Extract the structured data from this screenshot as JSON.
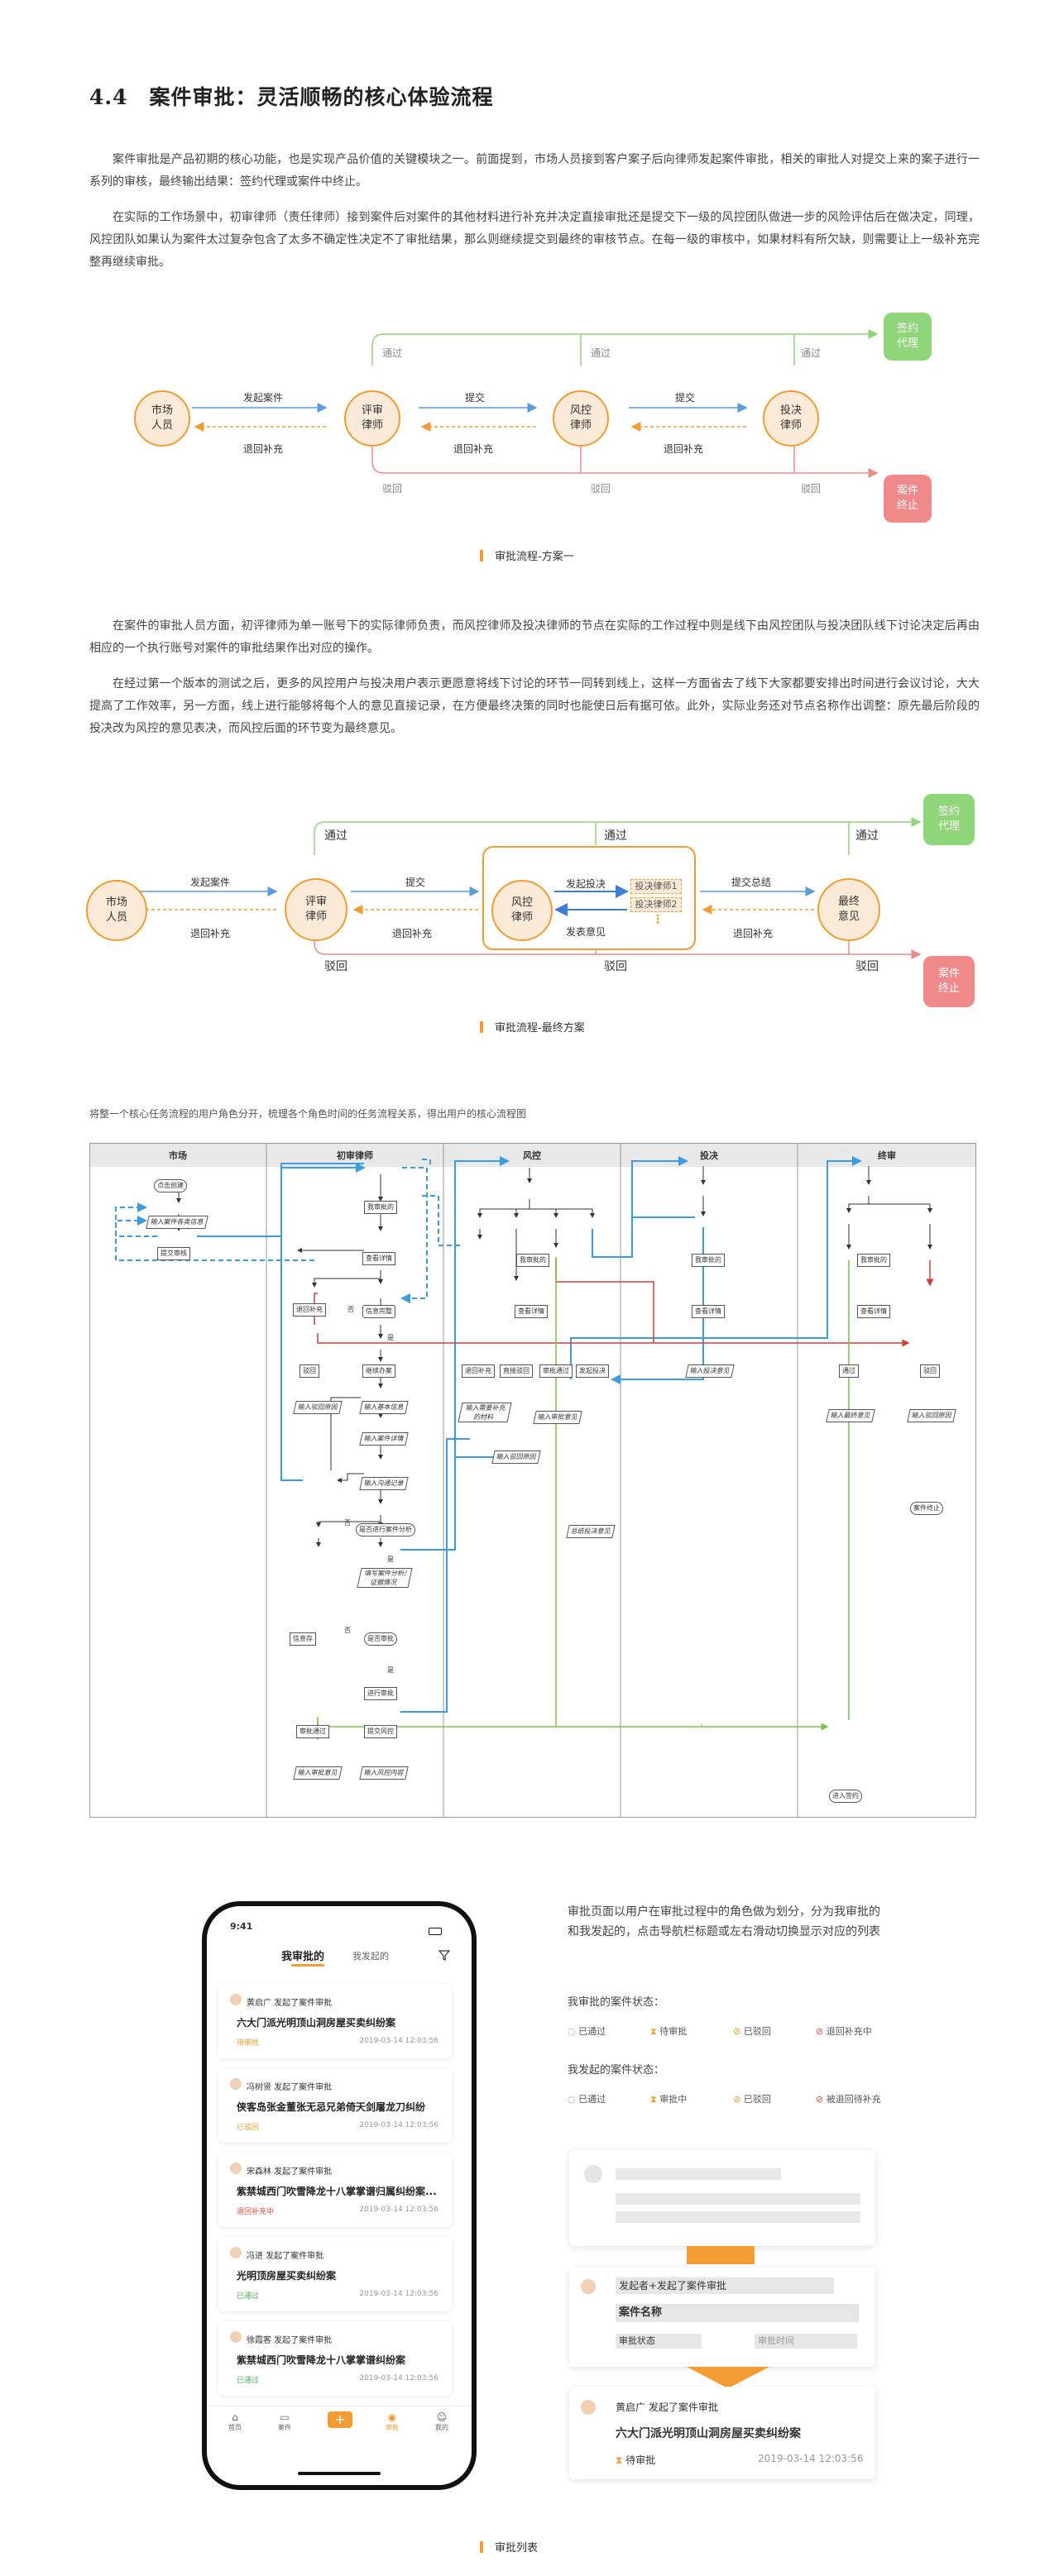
{
  "section": {
    "title": "4.4　案件审批：灵活顺畅的核心体验流程",
    "p1": "案件审批是产品初期的核心功能，也是实现产品价值的关键模块之一。前面提到，市场人员接到客户案子后向律师发起案件审批，相关的审批人对提交上来的案子进行一系列的审核，最终输出结果：签约代理或案件中终止。",
    "p2": "在实际的工作场景中，初审律师（责任律师）接到案件后对案件的其他材料进行补充并决定直接审批还是提交下一级的风控团队做进一步的风险评估后在做决定，同理，风控团队如果认为案件太过复杂包含了太多不确定性决定不了审批结果，那么则继续提交到最终的审核节点。在每一级的审核中，如果材料有所欠缺，则需要让上一级补充完整再继续审批。",
    "p3": "在案件的审批人员方面，初评律师为单一账号下的实际律师负责，而风控律师及投决律师的节点在实际的工作过程中则是线下由风控团队与投决团队线下讨论决定后再由相应的一个执行账号对案件的审批结果作出对应的操作。",
    "p4": "在经过第一个版本的测试之后，更多的风控用户与投决用户表示更愿意将线下讨论的环节一同转到线上，这样一方面省去了线下大家都要安排出时间进行会议讨论，大大提高了工作效率，另一方面，线上进行能够将每个人的意见直接记录，在方便最终决策的同时也能使日后有据可依。此外，实际业务还对节点名称作出调整：原先最后阶段的投决改为风控的意见表决，而风控后面的环节变为最终意见。",
    "p5": "将整一个核心任务流程的用户角色分开，梳理各个角色时间的任务流程关系，得出用户的核心流程图",
    "p6": "审批页面以用户在审批过程中的角色做为划分，分为我审批的和我发起的，点击导航栏标题或左右滑动切换显示对应的列表"
  },
  "flow1": {
    "nodes": [
      "市场\n人员",
      "评审\n律师",
      "风控\n律师",
      "投决\n律师"
    ],
    "end_ok": "签约\n代理",
    "end_fail": "案件\n终止",
    "forward": [
      "发起案件",
      "提交",
      "提交"
    ],
    "back": [
      "退回补充",
      "退回补充",
      "退回补充"
    ],
    "pass": [
      "通过",
      "通过",
      "通过"
    ],
    "reject": [
      "驳回",
      "驳回",
      "驳回"
    ],
    "caption": "审批流程-方案一"
  },
  "flow2": {
    "nodes": [
      "市场\n人员",
      "评审\n律师",
      "风控\n律师",
      "最终\n意见"
    ],
    "end_ok": "签约\n代理",
    "end_fail": "案件\n终止",
    "forward": [
      "发起案件",
      "提交",
      "提交总结"
    ],
    "back": [
      "退回补充",
      "退回补充",
      "退回补充"
    ],
    "vote_out": "发起投决",
    "vote_in": "发表意见",
    "voters": [
      "投决律师1",
      "投决律师2"
    ],
    "more": "⋮",
    "pass": [
      "通过",
      "通过",
      "通过"
    ],
    "reject": [
      "驳回",
      "驳回",
      "驳回"
    ],
    "caption": "审批流程-最终方案"
  },
  "swimlane": {
    "lanes": [
      "市场",
      "初审律师",
      "风控",
      "投决",
      "终审"
    ],
    "boxes": {
      "m1": "点击创建",
      "m2": "输入案件各类信息",
      "m3": "提交审核",
      "c1": "我审批的",
      "c2": "查看详情",
      "c3": "信息完整",
      "c4": "退回补充",
      "c5": "驳回",
      "c6": "继续办案",
      "c7": "输入驳回原因",
      "c8": "输入基本信息",
      "c9": "输入案件详情",
      "c10": "输入沟通记录",
      "c11": "是否进行案件分析",
      "c12": "填写案件分析/证据情况",
      "c13": "是否审批",
      "c14": "信息存",
      "c15": "进行审批",
      "c16": "审批通过",
      "c17": "提交风控",
      "c18": "输入审批意见",
      "c19": "输入风控内容",
      "r1": "我审批的",
      "r2": "查看详情",
      "r3": "退回补充",
      "r4": "直接驳回",
      "r5": "审批通过",
      "r6": "发起投决",
      "r7": "输入需要补充的材料",
      "r8": "输入审批意见",
      "r9": "输入驳回原因",
      "t1": "我审批的",
      "t2": "查看详情",
      "t3": "输入投决意见",
      "t4": "总结投决意见",
      "f1": "我审批的",
      "f2": "查看详情",
      "f3": "通过",
      "f4": "驳回",
      "f5": "输入最终意见",
      "f6": "输入驳回原因",
      "f7": "案件终止",
      "f8": "进入签约",
      "yes": "是",
      "no": "否"
    }
  },
  "phone": {
    "time": "9:41",
    "tabs": [
      "我审批的",
      "我发起的"
    ],
    "cards": [
      {
        "who": "黄启广 发起了案件审批",
        "title": "六大门派光明顶山洞房屋买卖纠纷案",
        "status": "待审批",
        "date": "2019-03-14 12:03:56"
      },
      {
        "who": "冯树贤 发起了案件审批",
        "title": "侠客岛张金董张无忌兄弟倚天剑屠龙刀纠纷",
        "status": "已驳回",
        "date": "2019-03-14 12:03:56"
      },
      {
        "who": "宋森林 发起了案件审批",
        "title": "紫禁城西门吹雪降龙十八掌掌谱归属纠纷案...",
        "status": "退回补充中",
        "date": "2019-03-14 12:03:56"
      },
      {
        "who": "冯进 发起了案件审批",
        "title": "光明顶房屋买卖纠纷案",
        "status": "已通过",
        "date": "2019-03-14 12:03:56"
      },
      {
        "who": "徐霞客 发起了案件审批",
        "title": "紫禁城西门吹雪降龙十八掌掌谱纠纷案",
        "status": "已通过",
        "date": "2019-03-14 12:03:56"
      }
    ],
    "nav": [
      "首页",
      "案件",
      "",
      "审批",
      "我的"
    ],
    "add": "+"
  },
  "states": {
    "mine_title": "我审批的案件状态：",
    "mine": [
      {
        "label": "已通过",
        "color": "#4caf50"
      },
      {
        "label": "待审批",
        "color": "#f39c33"
      },
      {
        "label": "已驳回",
        "color": "#f39c33"
      },
      {
        "label": "退回补充中",
        "color": "#e74c3c"
      }
    ],
    "sent_title": "我发起的案件状态：",
    "sent": [
      {
        "label": "已通过",
        "color": "#4caf50"
      },
      {
        "label": "审批中",
        "color": "#f39c33"
      },
      {
        "label": "已驳回",
        "color": "#f39c33"
      },
      {
        "label": "被退回待补充",
        "color": "#e74c3c"
      }
    ]
  },
  "anatomy": {
    "who": "发起者+发起了案件审批",
    "name_label": "案件名称",
    "status_label": "审批状态",
    "time_label": "审批时间",
    "example_who": "黄启广 发起了案件审批",
    "example_title": "六大门派光明顶山洞房屋买卖纠纷案",
    "example_status": "待审批",
    "example_date": "2019-03-14 12:03:56"
  },
  "caption3": "审批列表"
}
